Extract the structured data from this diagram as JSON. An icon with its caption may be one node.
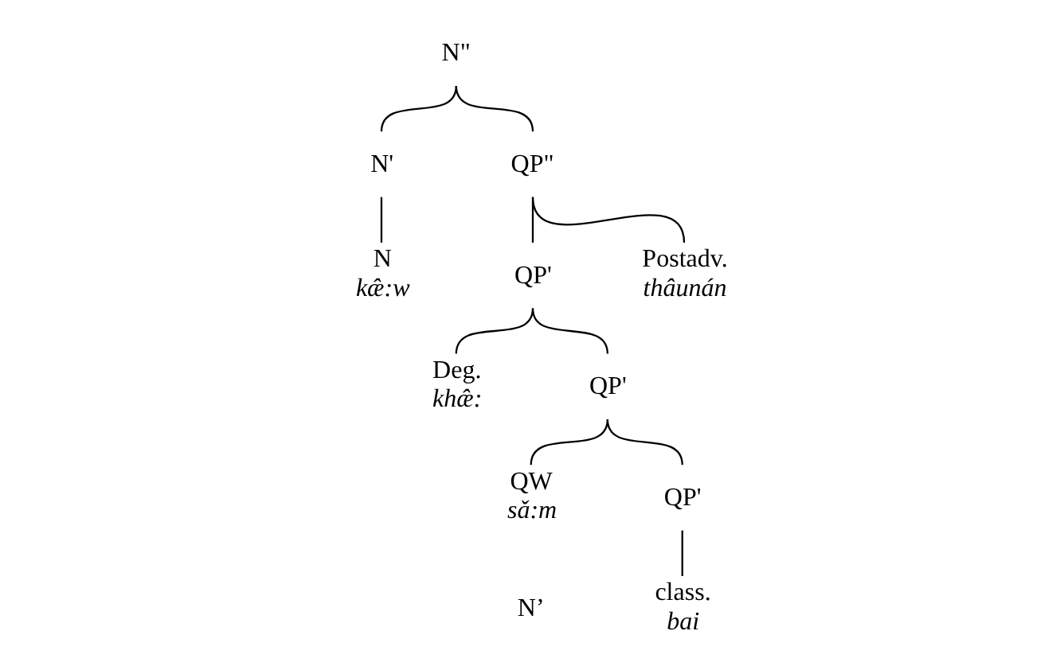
{
  "diagram": {
    "nodes": [
      {
        "text": [
          "N\""
        ]
      },
      {
        "text": [
          "N'"
        ]
      },
      {
        "text": [
          "N"
        ],
        "beside": [
          "kæ̂:w"
        ]
      },
      {
        "text": [
          "QP\""
        ]
      },
      {
        "text": [
          "QP'"
        ]
      },
      {
        "text": [
          "Postadv."
        ],
        "beside": [
          "thâunán"
        ]
      },
      {
        "text": [
          "Deg."
        ],
        "beside": [
          "khæ̂:"
        ]
      },
      {
        "text": [
          "QP'"
        ]
      },
      {
        "text": [
          "QW"
        ],
        "beside": [
          "sǎ:m"
        ]
      },
      {
        "text": [
          "QP'"
        ]
      },
      {
        "text": [
          "class."
        ],
        "beside": [
          "bai"
        ]
      }
    ],
    "edges": [
      {
        "from": 0,
        "to": 1,
        "arrow": "none"
      },
      {
        "from": 1,
        "to": 2,
        "arrow": "none"
      },
      {
        "from": 0,
        "to": 3,
        "arrow": "none"
      },
      {
        "from": 3,
        "to": 4,
        "arrow": "none"
      },
      {
        "from": 3,
        "to": 5,
        "arrow": "none"
      },
      {
        "from": 4,
        "to": 6,
        "arrow": "none"
      },
      {
        "from": 4,
        "to": 7,
        "arrow": "none"
      },
      {
        "from": 7,
        "to": 8,
        "arrow": "none"
      },
      {
        "from": 7,
        "to": 9,
        "arrow": "none"
      },
      {
        "from": 9,
        "to": 10,
        "arrow": "none"
      }
    ],
    "labels": [
      "N’"
    ]
  }
}
